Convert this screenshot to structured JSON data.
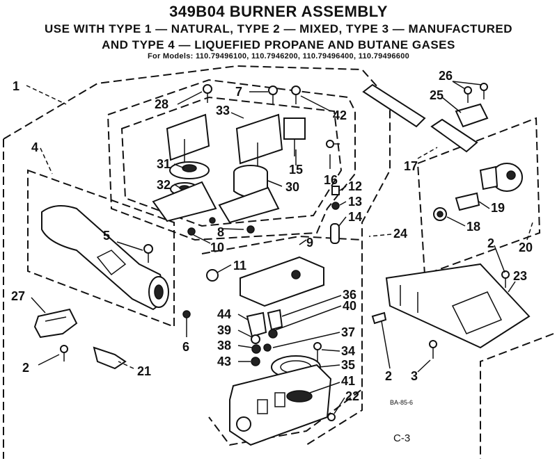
{
  "header": {
    "title": "349B04 BURNER ASSEMBLY",
    "line1": "USE  WITH TYPE 1 — NATURAL, TYPE 2 — MIXED, TYPE 3 — MANUFACTURED",
    "line2": "AND TYPE 4 — LIQUEFIED PROPANE AND BUTANE GASES",
    "models": "For Models: 110.79496100, 110.7946200, 110.79496400, 110.79496600"
  },
  "callouts": {
    "c1": "1",
    "c2a": "2",
    "c2b": "2",
    "c2c": "2",
    "c3": "3",
    "c4": "4",
    "c5": "5",
    "c6": "6",
    "c7": "7",
    "c8": "8",
    "c9": "9",
    "c10": "10",
    "c11": "11",
    "c12": "12",
    "c13": "13",
    "c14": "14",
    "c15": "15",
    "c16": "16",
    "c17": "17",
    "c18": "18",
    "c19": "19",
    "c20": "20",
    "c21": "21",
    "c22": "22",
    "c23": "23",
    "c24": "24",
    "c25": "25",
    "c26": "26",
    "c27": "27",
    "c28": "28",
    "c30": "30",
    "c31": "31",
    "c32": "32",
    "c33": "33",
    "c34": "34",
    "c35": "35",
    "c36": "36",
    "c37": "37",
    "c38": "38",
    "c39": "39",
    "c40": "40",
    "c41": "41",
    "c42": "42",
    "c43": "43",
    "c44": "44"
  },
  "footer": {
    "ref_code": "BA-85-6",
    "page_code": "C-3"
  }
}
